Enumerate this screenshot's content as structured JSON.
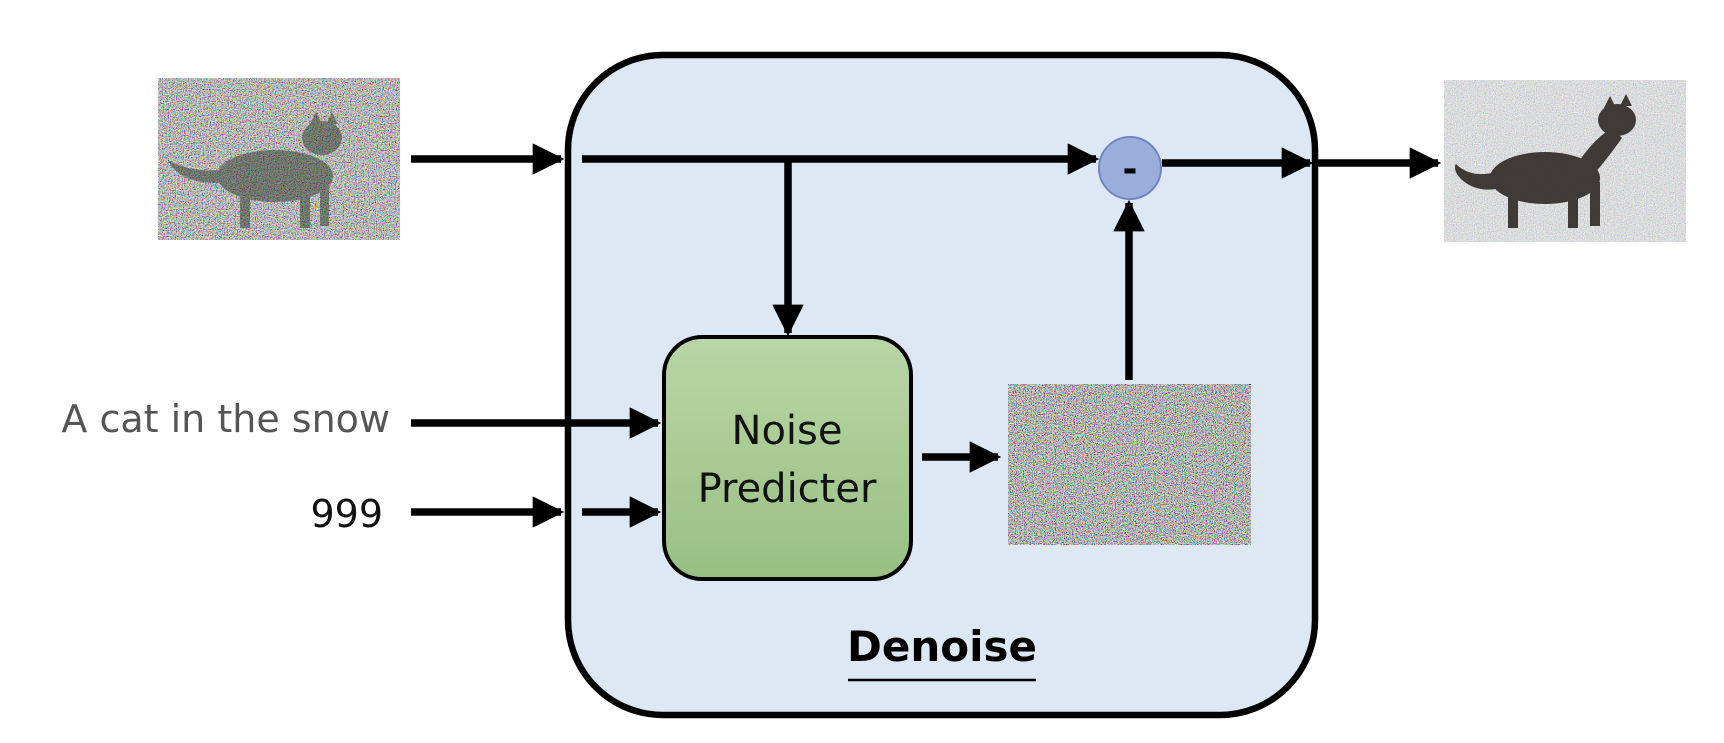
{
  "diagram": {
    "module_title": "Denoise",
    "noise_predictor_label_line1": "Noise",
    "noise_predictor_label_line2": "Predicter",
    "subtract_symbol": "-",
    "text_prompt": "A cat in the snow",
    "step_number": "999"
  },
  "images": {
    "input_image": "noisy-cat-image",
    "predicted_noise": "noise-image",
    "output_image": "less-noisy-cat-image"
  },
  "colors": {
    "module_fill": "#dde8f4",
    "predictor_fill_top": "#b9d6a6",
    "predictor_fill_bottom": "#98c083",
    "subtract_fill": "#9aaedb",
    "subtract_stroke": "#6f86c0",
    "line": "#000000",
    "prompt_text": "#555555",
    "step_text": "#111111"
  }
}
